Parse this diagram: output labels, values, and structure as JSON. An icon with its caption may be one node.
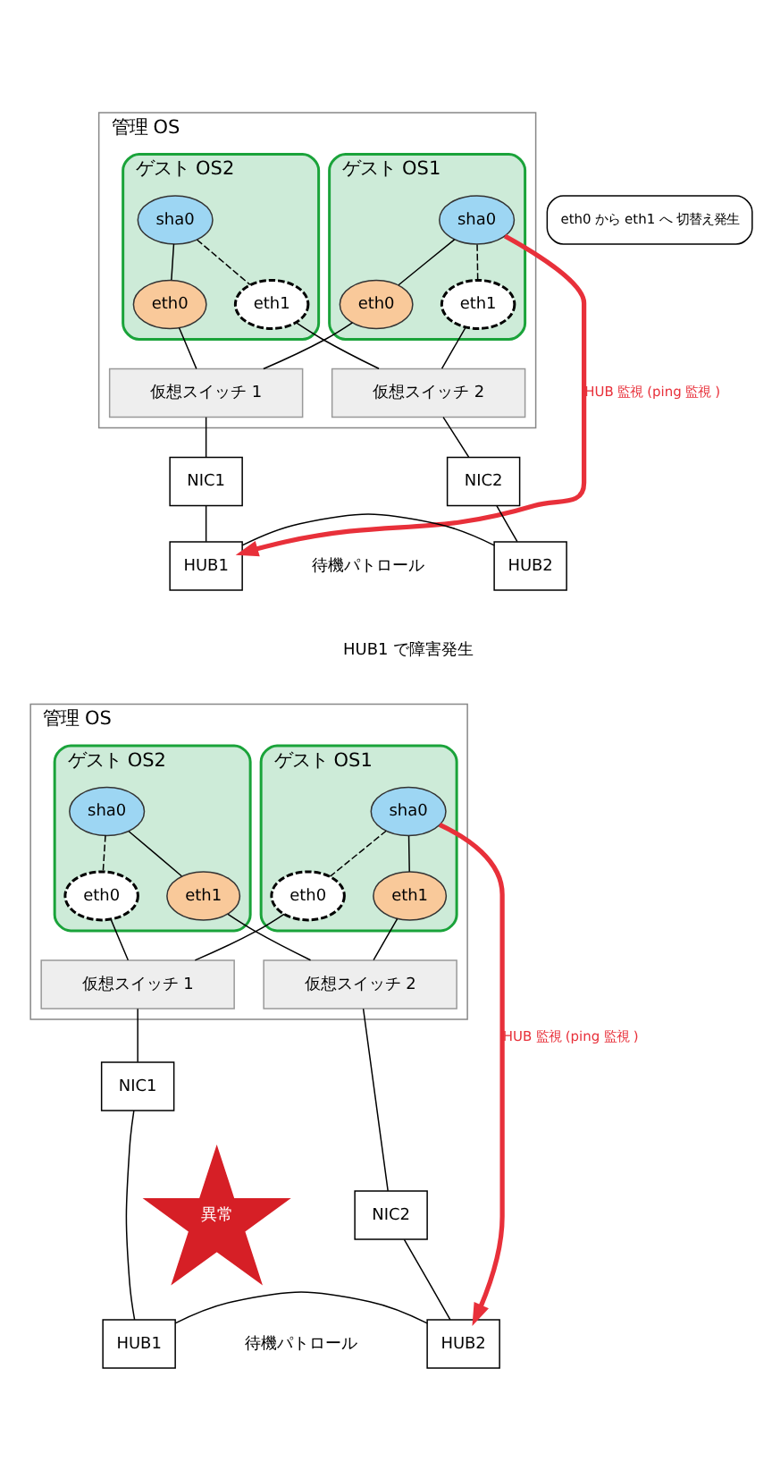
{
  "diagram": {
    "nodes": [
      {
        "text": [
          "管理 OS"
        ]
      },
      {
        "text": [
          "ゲスト OS1"
        ],
        "in": 0
      },
      {
        "text": [
          "sha0"
        ],
        "in": 1
      },
      {
        "text": [
          "eth0"
        ],
        "in": 1
      },
      {
        "text": [
          "eth1"
        ],
        "in": 1
      },
      {
        "text": [
          "ゲスト OS2"
        ],
        "in": 0
      },
      {
        "text": [
          "sha0"
        ],
        "in": 5
      },
      {
        "text": [
          "eth0"
        ],
        "in": 5
      },
      {
        "text": [
          "eth1"
        ],
        "in": 5
      },
      {
        "text": [
          "仮想スイッチ 1"
        ],
        "in": 0
      },
      {
        "text": [
          "仮想スイッチ 2"
        ],
        "in": 0
      },
      {
        "text": [
          "NIC1"
        ]
      },
      {
        "text": [
          "NIC2"
        ]
      },
      {
        "text": [
          "HUB1"
        ]
      },
      {
        "text": [
          "HUB2"
        ]
      },
      {
        "text": [
          "管理 OS"
        ]
      },
      {
        "text": [
          "ゲスト OS1"
        ],
        "in": 15
      },
      {
        "text": [
          "sha0"
        ],
        "in": 16
      },
      {
        "text": [
          "eth0"
        ],
        "in": 16
      },
      {
        "text": [
          "eth1"
        ],
        "in": 16
      },
      {
        "text": [
          "ゲスト OS2"
        ],
        "in": 15
      },
      {
        "text": [
          "sha0"
        ],
        "in": 20
      },
      {
        "text": [
          "eth0"
        ],
        "in": 20
      },
      {
        "text": [
          "eth1"
        ],
        "in": 20
      },
      {
        "text": [
          "仮想スイッチ 1"
        ],
        "in": 15
      },
      {
        "text": [
          "仮想スイッチ 2"
        ],
        "in": 15
      },
      {
        "text": [
          "NIC1"
        ]
      },
      {
        "text": [
          "NIC2"
        ]
      },
      {
        "text": [
          "HUB1"
        ]
      },
      {
        "text": [
          "HUB2"
        ]
      },
      {
        "text": [
          "eth0 から eth1 へ 切替え発生"
        ]
      },
      {
        "text": [
          "異常"
        ]
      }
    ],
    "edges": [
      {
        "from": 2,
        "to": 3,
        "arrow": "none"
      },
      {
        "from": 2,
        "to": 4,
        "arrow": "none",
        "style": "dashed"
      },
      {
        "from": 6,
        "to": 7,
        "arrow": "none"
      },
      {
        "from": 6,
        "to": 8,
        "arrow": "none",
        "style": "dashed"
      },
      {
        "from": 3,
        "to": 9,
        "arrow": "none"
      },
      {
        "from": 4,
        "to": 10,
        "arrow": "none"
      },
      {
        "from": 7,
        "to": 9,
        "arrow": "none"
      },
      {
        "from": 8,
        "to": 10,
        "arrow": "none"
      },
      {
        "from": 9,
        "to": 11,
        "arrow": "none"
      },
      {
        "from": 10,
        "to": 12,
        "arrow": "none"
      },
      {
        "from": 11,
        "to": 13,
        "arrow": "none"
      },
      {
        "from": 12,
        "to": 14,
        "arrow": "none"
      },
      {
        "from": 13,
        "to": 14,
        "arrow": "none"
      },
      {
        "from": 2,
        "to": 13,
        "arrow": "to",
        "label": "HUB 監視 (ping 監視 )",
        "style": "thick",
        "color": "#e8303a"
      },
      {
        "from": 17,
        "to": 18,
        "arrow": "none",
        "style": "dashed"
      },
      {
        "from": 17,
        "to": 19,
        "arrow": "none"
      },
      {
        "from": 21,
        "to": 22,
        "arrow": "none",
        "style": "dashed"
      },
      {
        "from": 21,
        "to": 23,
        "arrow": "none"
      },
      {
        "from": 18,
        "to": 24,
        "arrow": "none"
      },
      {
        "from": 19,
        "to": 25,
        "arrow": "none"
      },
      {
        "from": 22,
        "to": 24,
        "arrow": "none"
      },
      {
        "from": 23,
        "to": 25,
        "arrow": "none"
      },
      {
        "from": 24,
        "to": 26,
        "arrow": "none"
      },
      {
        "from": 25,
        "to": 27,
        "arrow": "none"
      },
      {
        "from": 26,
        "to": 28,
        "arrow": "none"
      },
      {
        "from": 27,
        "to": 29,
        "arrow": "none"
      },
      {
        "from": 28,
        "to": 29,
        "arrow": "none"
      },
      {
        "from": 17,
        "to": 29,
        "arrow": "to",
        "label": "HUB 監視 (ping 監視 )",
        "style": "thick",
        "color": "#e8303a"
      }
    ],
    "labels": [
      "待機パトロール",
      "HUB1 で障害発生",
      "待機パトロール"
    ]
  }
}
